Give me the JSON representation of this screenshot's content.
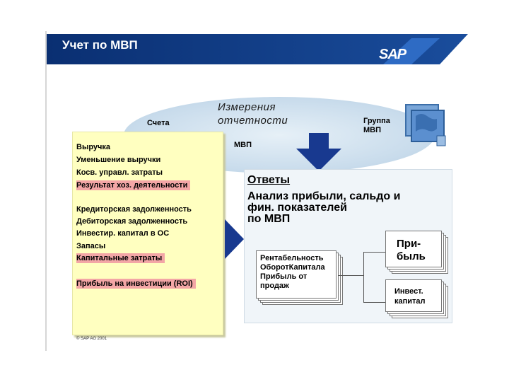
{
  "header": {
    "title": "Учет по МВП",
    "logo": "SAP",
    "colors": {
      "bar": "#0a2f72",
      "accent": "#1f5bb0"
    }
  },
  "dimensions": {
    "accounts_label": "Счета",
    "title": "Измерения\nотчетности",
    "group_label": "Группа\nМВП",
    "mvp_label": "МВП"
  },
  "report_items": [
    {
      "label": "Выручка",
      "highlight": false
    },
    {
      "label": "Уменьшение выручки",
      "highlight": false
    },
    {
      "label": "Косв. управл. затраты",
      "highlight": false
    },
    {
      "label": "Результат хоз. деятельности",
      "highlight": true
    },
    {
      "label": "Кредиторская задолженность",
      "highlight": false
    },
    {
      "label": "Дебиторская задолженность",
      "highlight": false
    },
    {
      "label": "Инвестир. капитал в ОС",
      "highlight": false
    },
    {
      "label": "Запасы",
      "highlight": false
    },
    {
      "label": "Капитальные затраты",
      "highlight": true
    },
    {
      "label": "Прибыль на инвестиции (ROI)",
      "highlight": true
    }
  ],
  "answers": {
    "title": "Ответы",
    "subtitle": "Анализ прибыли, сальдо и\nфин. показателей\nпо МВП",
    "kpi_lines": [
      "Рентабельность",
      "ОборотКапитала",
      "Прибыль от",
      "продаж"
    ],
    "profit_label": "При-\nбыль",
    "invest_label": "Инвест.\nкапитал"
  },
  "copyright": "© SAP AG 2001",
  "icons": [
    "world-map-icon",
    "right-arrow-icon",
    "down-arrow-icon"
  ]
}
